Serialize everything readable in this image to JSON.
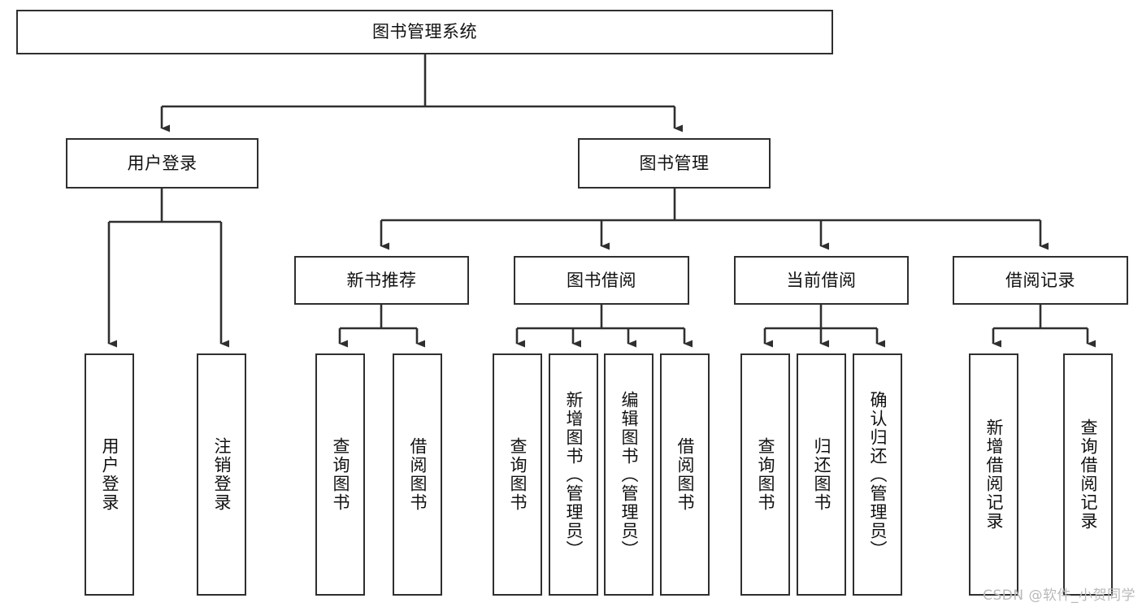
{
  "diagram": {
    "title": "图书管理系统",
    "type": "tree",
    "watermark": "CSDN @软件_小贺同学",
    "colors": {
      "box_border": "#2f2f2f",
      "box_fill": "#ffffff",
      "connector": "#2f2f2f",
      "text": "#111111",
      "watermark": "#b9b9b9"
    },
    "levels": {
      "root": {
        "label": "图书管理系统"
      },
      "level2": [
        {
          "id": "user-login",
          "label": "用户登录"
        },
        {
          "id": "book-management",
          "label": "图书管理"
        }
      ],
      "level3": [
        {
          "id": "new-book-recommend",
          "label": "新书推荐"
        },
        {
          "id": "book-borrow",
          "label": "图书借阅"
        },
        {
          "id": "current-borrow",
          "label": "当前借阅"
        },
        {
          "id": "borrow-record",
          "label": "借阅记录"
        }
      ],
      "leaves": {
        "user-login": [
          {
            "id": "leaf-user-login",
            "label": "用户登录"
          },
          {
            "id": "leaf-user-logout",
            "label": "注销登录"
          }
        ],
        "new-book-recommend": [
          {
            "id": "leaf-query-book-1",
            "label": "查询图书"
          },
          {
            "id": "leaf-borrow-book-1",
            "label": "借阅图书"
          }
        ],
        "book-borrow": [
          {
            "id": "leaf-query-book-2",
            "label": "查询图书"
          },
          {
            "id": "leaf-add-book",
            "label": "新增图书（管理员）"
          },
          {
            "id": "leaf-edit-book",
            "label": "编辑图书（管理员）"
          },
          {
            "id": "leaf-borrow-book-2",
            "label": "借阅图书"
          }
        ],
        "current-borrow": [
          {
            "id": "leaf-query-book-3",
            "label": "查询图书"
          },
          {
            "id": "leaf-return-book",
            "label": "归还图书"
          },
          {
            "id": "leaf-confirm-return",
            "label": "确认归还（管理员）"
          }
        ],
        "borrow-record": [
          {
            "id": "leaf-add-record",
            "label": "新增借阅记录"
          },
          {
            "id": "leaf-query-record",
            "label": "查询借阅记录"
          }
        ]
      }
    }
  }
}
